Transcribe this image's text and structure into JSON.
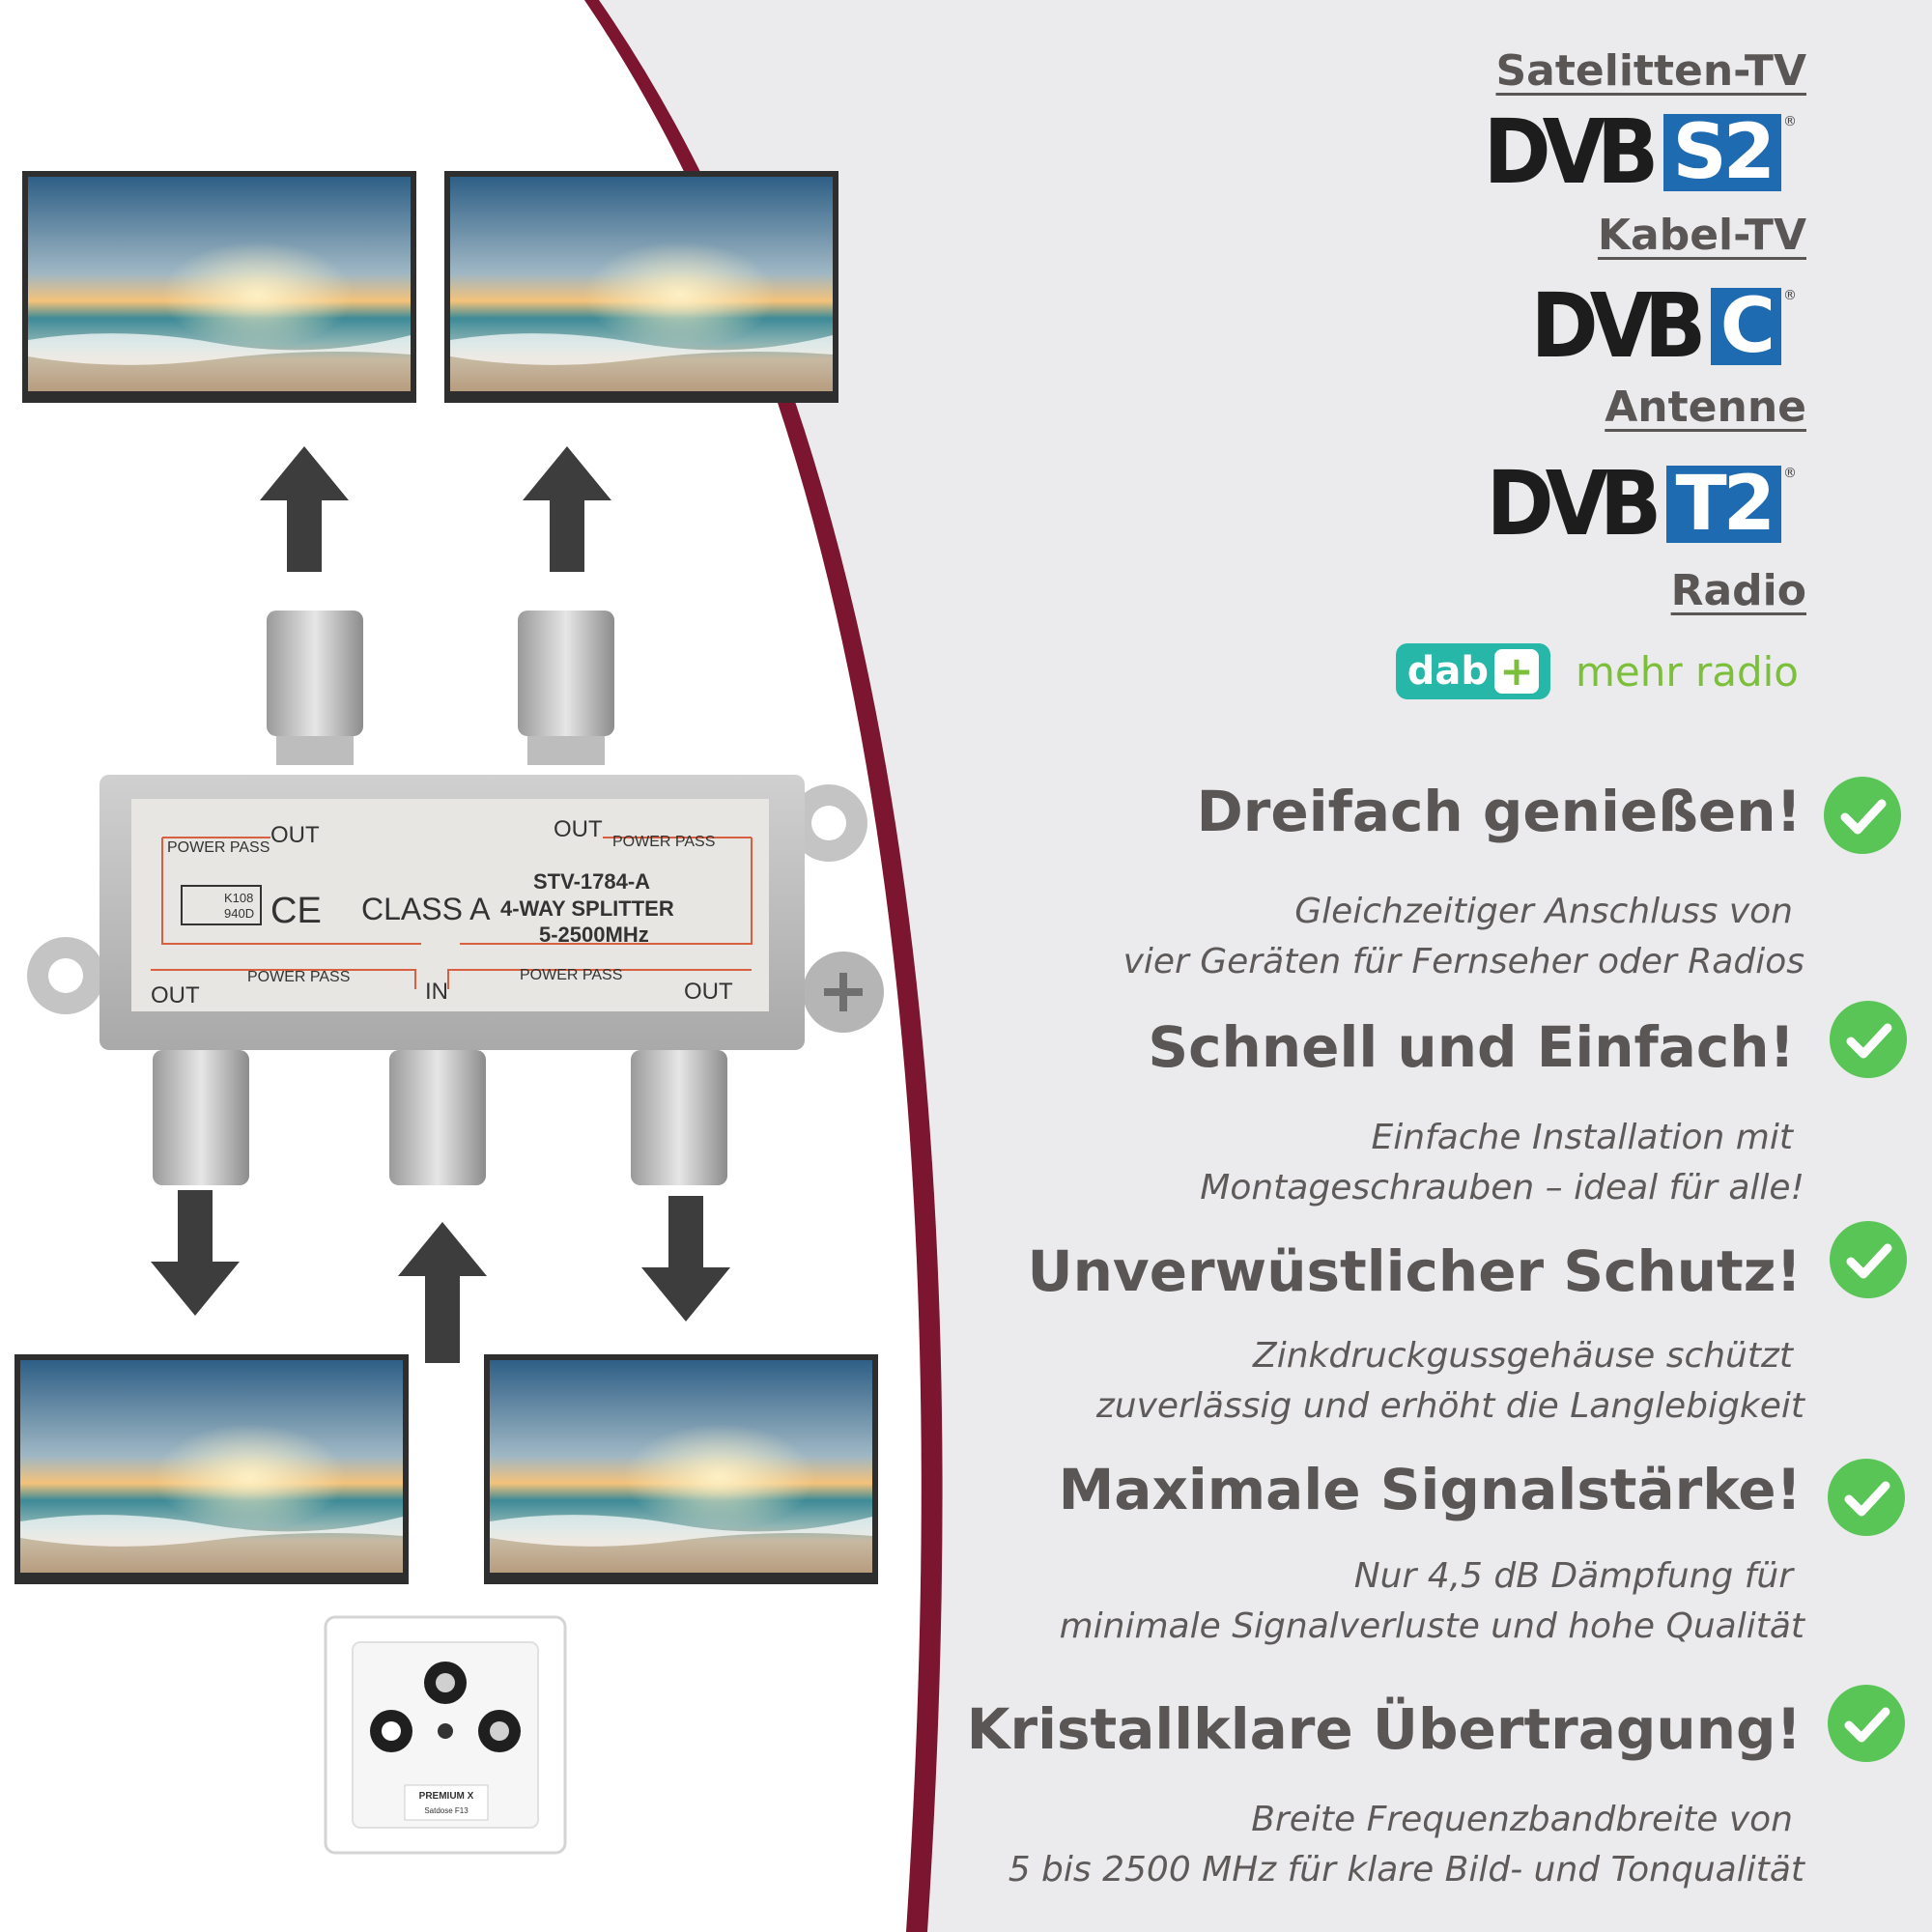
{
  "standards": [
    {
      "title": "Satelitten-TV",
      "logo_word": "DVB",
      "logo_suffix": "S2",
      "logo_mark": "®"
    },
    {
      "title": "Kabel-TV",
      "logo_word": "DVB",
      "logo_suffix": "C",
      "logo_mark": "®"
    },
    {
      "title": "Antenne",
      "logo_word": "DVB",
      "logo_suffix": "T2",
      "logo_mark": "®"
    },
    {
      "title": "Radio",
      "logo_word": "dab",
      "logo_suffix": "+",
      "logo_tagline": "mehr radio"
    }
  ],
  "features": [
    {
      "heading": "Dreifach genießen!",
      "line1": "Gleichzeitiger Anschluss von",
      "line2": "vier Geräten für Fernseher oder Radios",
      "icon": "check-icon"
    },
    {
      "heading": "Schnell und Einfach!",
      "line1": "Einfache Installation mit",
      "line2": "Montageschrauben – ideal für alle!",
      "icon": "check-icon"
    },
    {
      "heading": "Unverwüstlicher Schutz!",
      "line1": "Zinkdruckgussgehäuse schützt",
      "line2": "zuverlässig und erhöht die Langlebigkeit",
      "icon": "check-icon"
    },
    {
      "heading": "Maximale Signalstärke!",
      "line1": "Nur 4,5 dB Dämpfung für",
      "line2": "minimale Signalverluste und hohe Qualität",
      "icon": "check-icon"
    },
    {
      "heading": "Kristallklare Übertragung!",
      "line1": "Breite Frequenzbandbreite von",
      "line2": "5 bis 2500 MHz für klare Bild- und Tonqualität",
      "icon": "check-icon"
    }
  ],
  "splitter": {
    "model": "STV-1784-A",
    "type": "4-WAY SPLITTER",
    "range": "5-2500MHz",
    "class": "CLASS A",
    "ce": "CE",
    "approval1": "K108",
    "approval2": "940D",
    "power_pass": "POWER PASS",
    "out": "OUT",
    "in": "IN"
  },
  "wall_socket": {
    "brand": "PREMIUM X",
    "model": "Satdose F13"
  },
  "colors": {
    "background": "#ebebed",
    "curve": "#7b1530",
    "text": "#5a5656",
    "dvb_blue": "#1f6bb1",
    "dab_teal": "#26b7a9",
    "dab_green": "#7bbf3b",
    "check_green": "#58c556"
  }
}
